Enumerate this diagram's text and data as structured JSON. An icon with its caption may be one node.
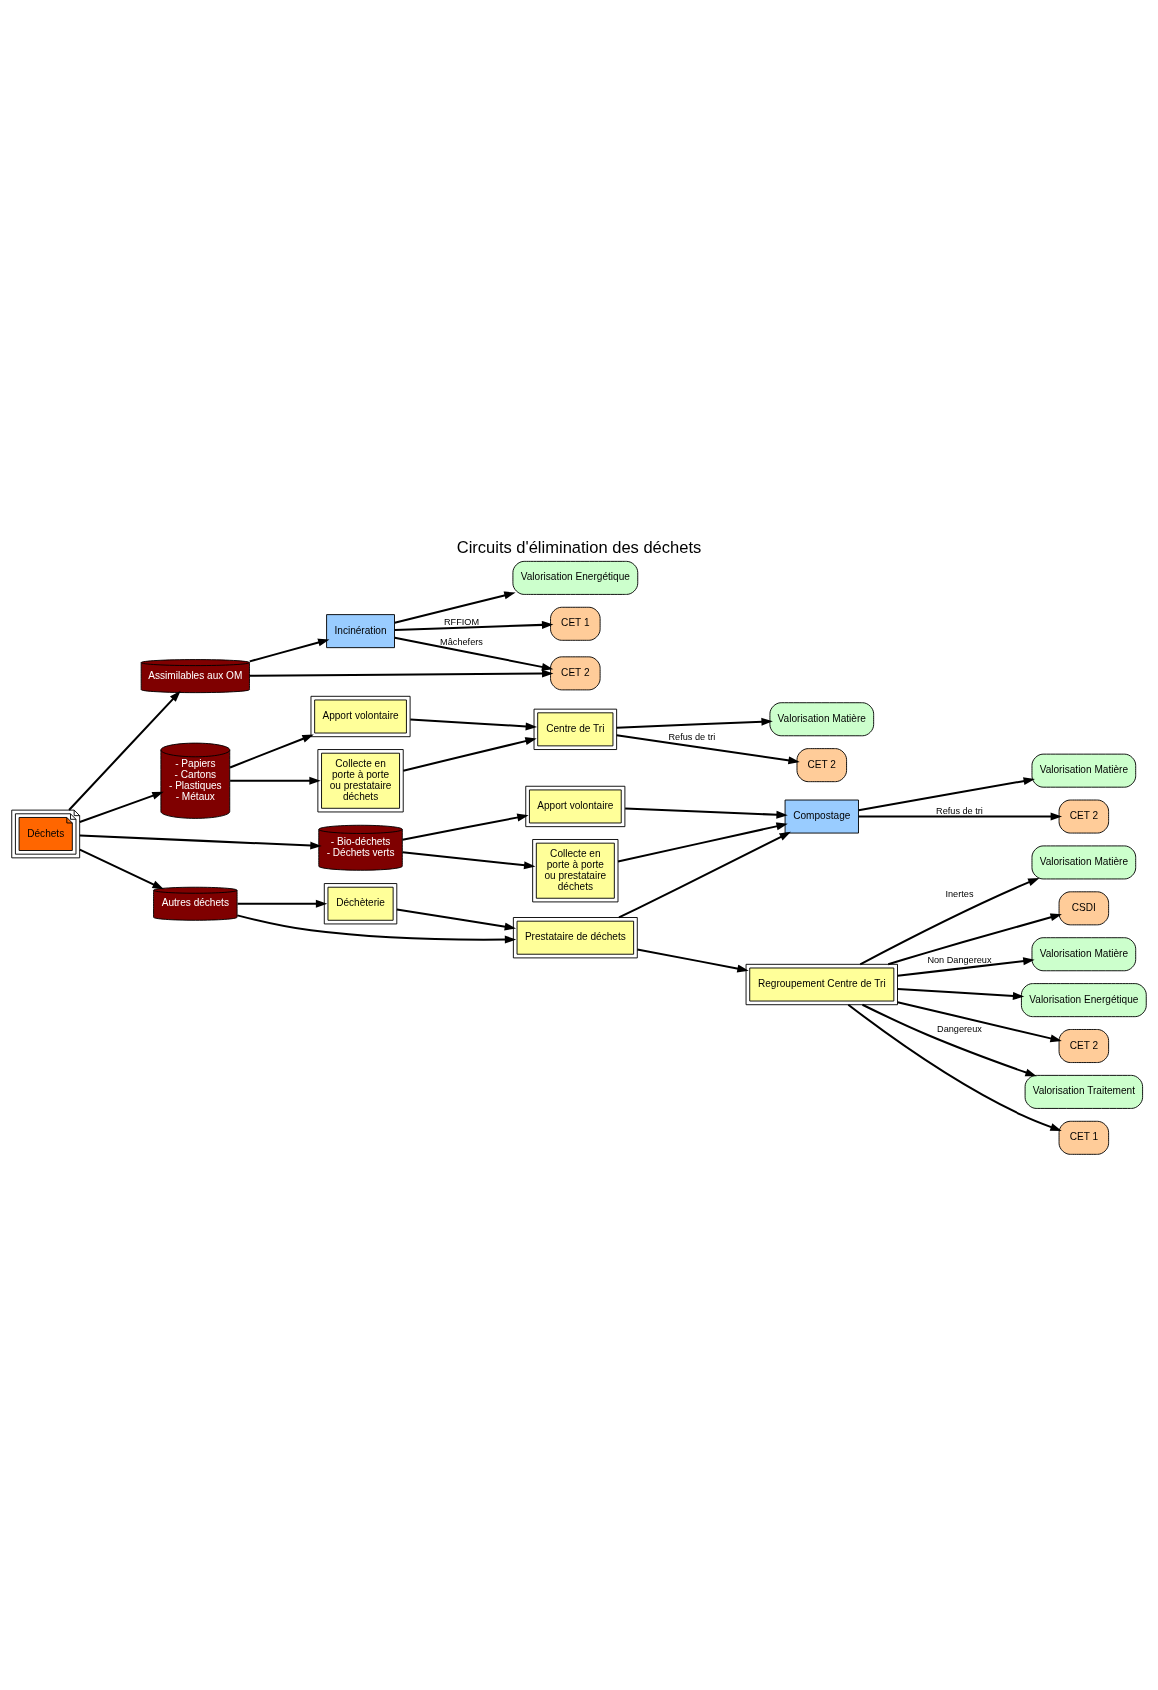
{
  "diagram": {
    "title": "Circuits d'élimination des déchets",
    "nodes": [
      {
        "text": [
          "Déchets"
        ]
      },
      {
        "text": [
          "Assimilables aux OM"
        ]
      },
      {
        "text": [
          "- Papiers - Cartons - Plastiques - Métaux"
        ]
      },
      {
        "text": [
          "- Bio-déchets - Déchets verts"
        ]
      },
      {
        "text": [
          "Autres déchets"
        ]
      },
      {
        "text": [
          "Incinération"
        ]
      },
      {
        "text": [
          "Apport volontaire"
        ]
      },
      {
        "text": [
          "Collecte en porte à porte ou prestataire déchets"
        ]
      },
      {
        "text": [
          "Centre de Tri"
        ]
      },
      {
        "text": [
          "Apport volontaire"
        ]
      },
      {
        "text": [
          "Collecte en porte à porte ou prestataire déchets"
        ]
      },
      {
        "text": [
          "Compostage"
        ]
      },
      {
        "text": [
          "Déchèterie"
        ]
      },
      {
        "text": [
          "Prestataire de déchets"
        ]
      },
      {
        "text": [
          "Regroupement Centre de Tri"
        ]
      },
      {
        "text": [
          "Valorisation Energétique"
        ]
      },
      {
        "text": [
          "CET 1"
        ]
      },
      {
        "text": [
          "CET 2"
        ]
      },
      {
        "text": [
          "Valorisation Matière"
        ]
      },
      {
        "text": [
          "CET 2"
        ]
      },
      {
        "text": [
          "Valorisation Matière"
        ]
      },
      {
        "text": [
          "CET 2"
        ]
      },
      {
        "text": [
          "Valorisation Matière"
        ]
      },
      {
        "text": [
          "CSDI"
        ]
      },
      {
        "text": [
          "Valorisation Matière"
        ]
      },
      {
        "text": [
          "Valorisation Energétique"
        ]
      },
      {
        "text": [
          "CET 2"
        ]
      },
      {
        "text": [
          "Valorisation Traitement"
        ]
      },
      {
        "text": [
          "CET 1"
        ]
      }
    ],
    "edges": [
      {
        "from": 0,
        "to": 1,
        "arrow": "to"
      },
      {
        "from": 0,
        "to": 2,
        "arrow": "to"
      },
      {
        "from": 0,
        "to": 3,
        "arrow": "to"
      },
      {
        "from": 0,
        "to": 4,
        "arrow": "to"
      },
      {
        "from": 1,
        "to": 5,
        "arrow": "to"
      },
      {
        "from": 1,
        "to": 17,
        "arrow": "to"
      },
      {
        "from": 5,
        "to": 15,
        "arrow": "to"
      },
      {
        "from": 5,
        "to": 16,
        "arrow": "to",
        "label": "RFFIOM"
      },
      {
        "from": 5,
        "to": 17,
        "arrow": "to",
        "label": "Mâchefers"
      },
      {
        "from": 2,
        "to": 6,
        "arrow": "to"
      },
      {
        "from": 2,
        "to": 7,
        "arrow": "to"
      },
      {
        "from": 6,
        "to": 8,
        "arrow": "to"
      },
      {
        "from": 7,
        "to": 8,
        "arrow": "to"
      },
      {
        "from": 8,
        "to": 18,
        "arrow": "to"
      },
      {
        "from": 8,
        "to": 19,
        "arrow": "to",
        "label": "Refus de tri"
      },
      {
        "from": 3,
        "to": 9,
        "arrow": "to"
      },
      {
        "from": 3,
        "to": 10,
        "arrow": "to"
      },
      {
        "from": 9,
        "to": 11,
        "arrow": "to"
      },
      {
        "from": 10,
        "to": 11,
        "arrow": "to"
      },
      {
        "from": 11,
        "to": 20,
        "arrow": "to"
      },
      {
        "from": 11,
        "to": 21,
        "arrow": "to",
        "label": "Refus de tri"
      },
      {
        "from": 4,
        "to": 12,
        "arrow": "to"
      },
      {
        "from": 4,
        "to": 13,
        "arrow": "to"
      },
      {
        "from": 12,
        "to": 13,
        "arrow": "to"
      },
      {
        "from": 13,
        "to": 11,
        "arrow": "to"
      },
      {
        "from": 13,
        "to": 14,
        "arrow": "to"
      },
      {
        "from": 14,
        "to": 22,
        "arrow": "to",
        "label": "Inertes"
      },
      {
        "from": 14,
        "to": 23,
        "arrow": "to"
      },
      {
        "from": 14,
        "to": 24,
        "arrow": "to",
        "label": "Non Dangereux"
      },
      {
        "from": 14,
        "to": 25,
        "arrow": "to"
      },
      {
        "from": 14,
        "to": 26,
        "arrow": "to"
      },
      {
        "from": 14,
        "to": 27,
        "arrow": "to",
        "label": "Dangereux"
      },
      {
        "from": 14,
        "to": 28,
        "arrow": "to"
      }
    ]
  }
}
